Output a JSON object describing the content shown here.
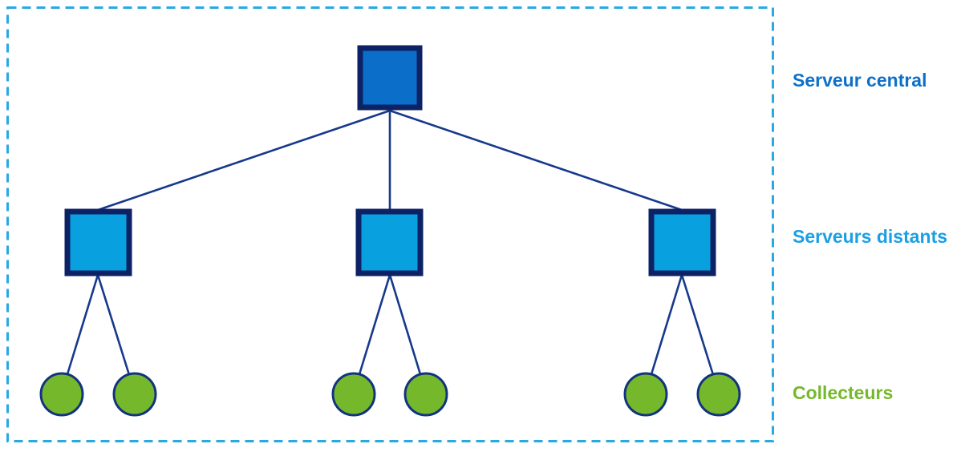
{
  "labels": {
    "central": "Serveur central",
    "distants": "Serveurs distants",
    "collecteurs": "Collecteurs"
  },
  "colors": {
    "central_fill": "#0B6FC9",
    "distant_fill": "#09A0E0",
    "collector_fill": "#76B82B",
    "node_border": "#0C2265",
    "collector_border": "#12337E",
    "connector": "#16398C",
    "frame": "#29A9E1",
    "label_central": "#0C70C9",
    "label_distants": "#1B9FE3",
    "label_collecteurs": "#76B82B"
  },
  "structure": {
    "type": "tree",
    "levels": [
      {
        "label": "Serveur central",
        "shape": "square",
        "count": 1
      },
      {
        "label": "Serveurs distants",
        "shape": "square",
        "count": 3
      },
      {
        "label": "Collecteurs",
        "shape": "circle",
        "count": 6
      }
    ],
    "remote_servers_per_central": 3,
    "collectors_per_remote_server": 2
  }
}
